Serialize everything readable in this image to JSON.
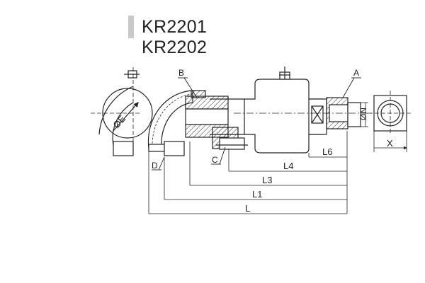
{
  "models": [
    "KR2201",
    "KR2202"
  ],
  "callouts": {
    "a": "A",
    "b": "B",
    "c": "C",
    "d": "D"
  },
  "dimensions": {
    "l": "L",
    "l1": "L1",
    "l3": "L3",
    "l4": "L4",
    "l6": "L6",
    "x": "X",
    "phi_n": "ØN",
    "phi_e": "ØE"
  }
}
